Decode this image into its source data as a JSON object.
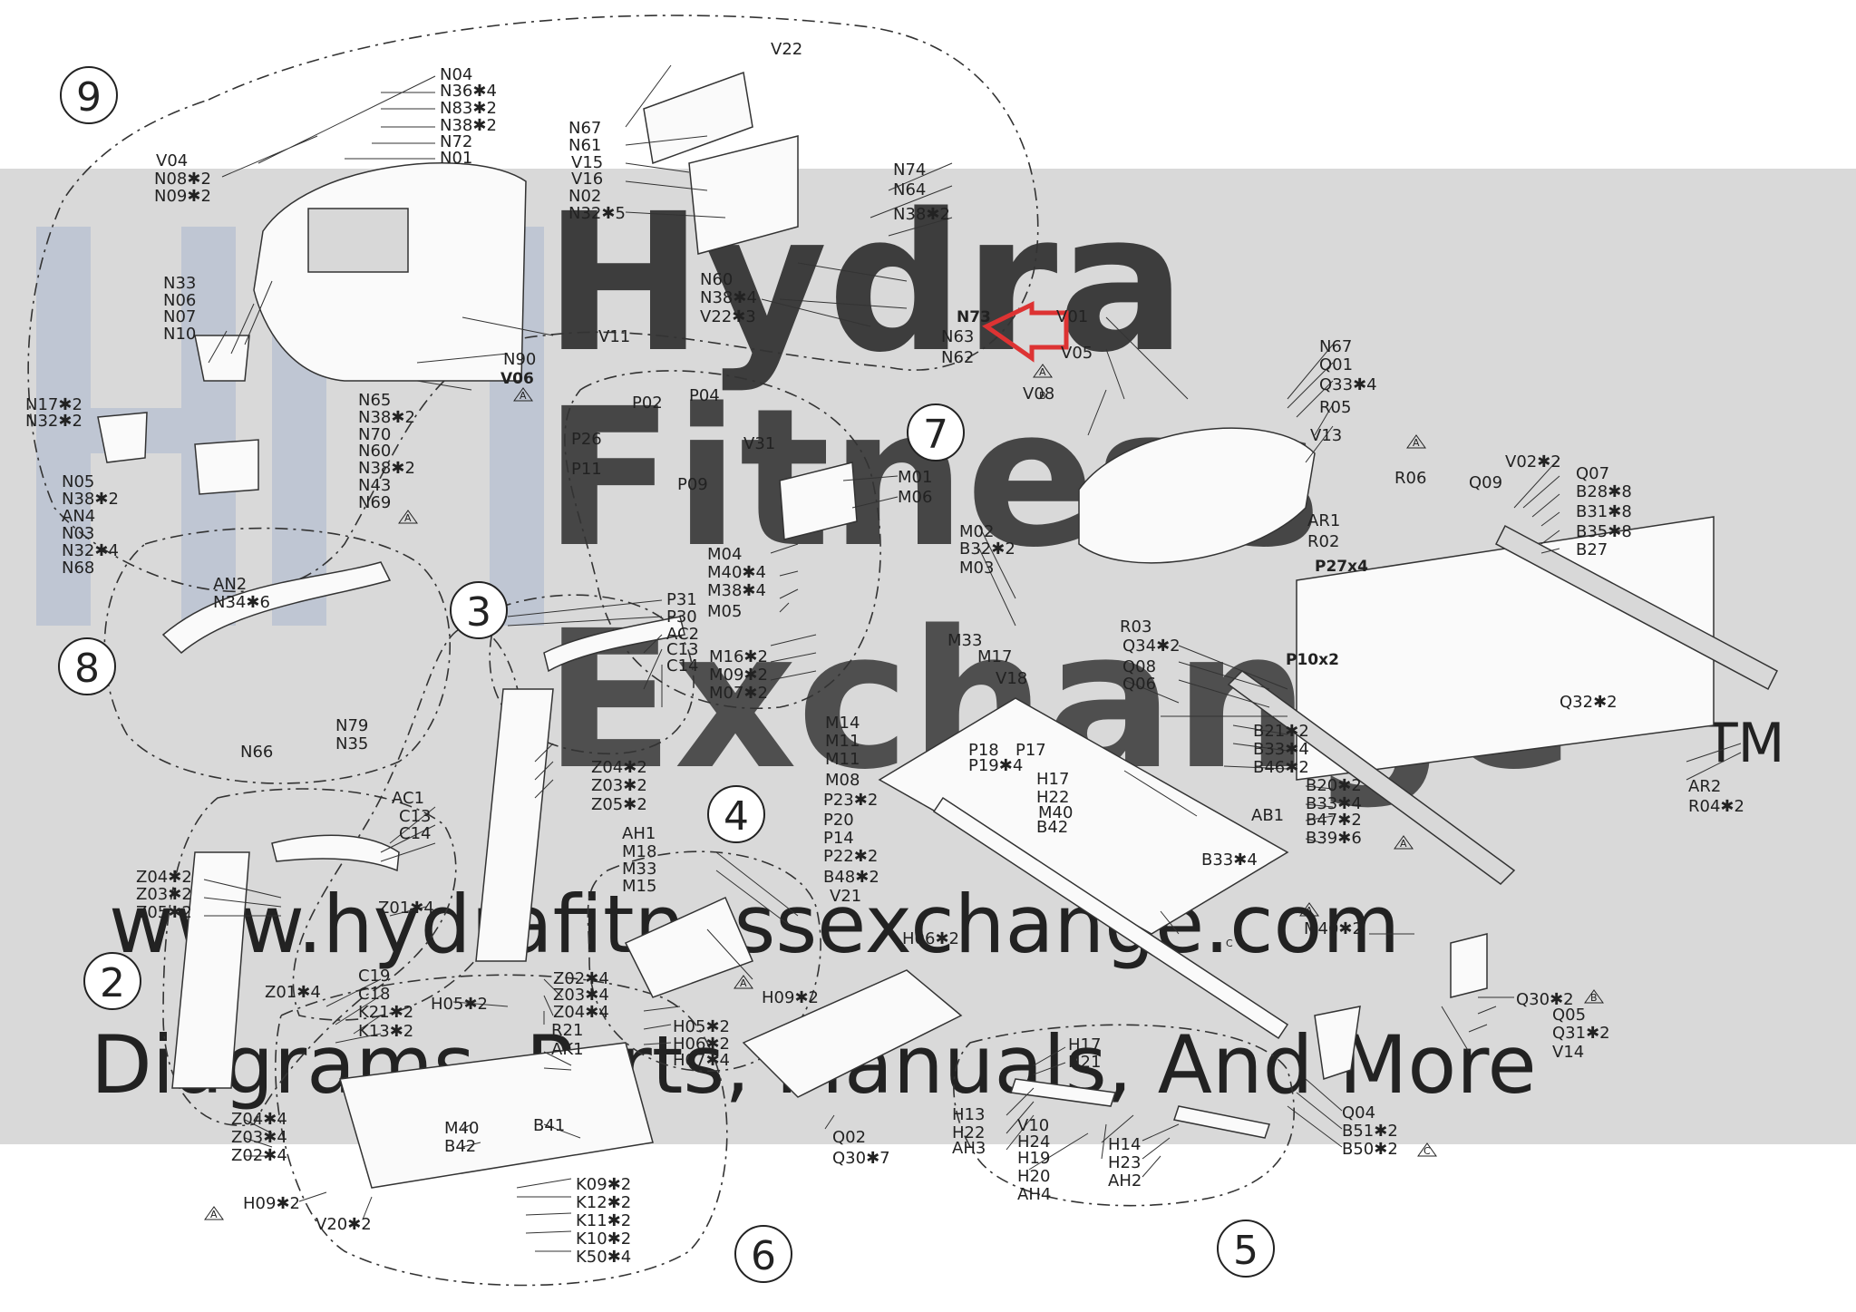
{
  "watermark": {
    "line1": "Hydra",
    "line2": "Fitness",
    "line3": "Exchange",
    "tm": "TM",
    "url": "www.hydrafitnessexchange.com",
    "slogan": "Diagrams, Parts, Manuals, And More"
  },
  "group_numbers": [
    "9",
    "8",
    "7",
    "3",
    "4",
    "2",
    "6",
    "5"
  ],
  "part_labels": [
    "V22",
    "N04",
    "N36✱4",
    "N83✱2",
    "N38✱2",
    "N72",
    "N01",
    "V04",
    "N08✱2",
    "N09✱2",
    "N67",
    "N61",
    "V15",
    "V16",
    "N02",
    "N32✱5",
    "N74",
    "N64",
    "N38✱2",
    "N60",
    "N38✱4",
    "V22✱3",
    "N73",
    "N63",
    "N62",
    "V01",
    "V05",
    "V08",
    "N33",
    "N06",
    "N07",
    "N10",
    "N17✱2",
    "N32✱2",
    "V11",
    "N90",
    "V06",
    "N65",
    "N38✱2",
    "N70",
    "N60",
    "N38✱2",
    "N43",
    "N69",
    "N05",
    "N38✱2",
    "AN4",
    "N03",
    "N32✱4",
    "N68",
    "P02",
    "P04",
    "P26",
    "P11",
    "P09",
    "V31",
    "M01",
    "M06",
    "M04",
    "M40✱4",
    "M38✱4",
    "M05",
    "M16✱2",
    "M09✱2",
    "M07✱2",
    "M02",
    "B32✱2",
    "M03",
    "N67",
    "Q01",
    "Q33✱4",
    "R05",
    "V13",
    "V02✱2",
    "Q07",
    "B28✱8",
    "B31✱8",
    "B35✱8",
    "B27",
    "R06",
    "Q09",
    "AR1",
    "R02",
    "P27x4",
    "AN2",
    "N34✱6",
    "N79",
    "N35",
    "N66",
    "P31",
    "P30",
    "AC2",
    "C13",
    "C14",
    "R03",
    "Q34✱2",
    "Q08",
    "Q06",
    "P10x2",
    "Q32✱2",
    "Z04✱2",
    "Z03✱2",
    "Z05✱2",
    "M33",
    "M17",
    "V18",
    "M14",
    "M11",
    "M11",
    "M08",
    "P18",
    "P17",
    "P19✱4",
    "B21✱2",
    "B33✱4",
    "B46✱2",
    "P23✱2",
    "P20",
    "P14",
    "P22✱2",
    "B48✱2",
    "H17",
    "H22",
    "M40",
    "B42",
    "AB1",
    "B20✱2",
    "B33✱4",
    "B47✱2",
    "B39✱6",
    "AR2",
    "R04✱2",
    "AC1",
    "C13",
    "C14",
    "Z04✱2",
    "Z03✱2",
    "Z05✱2",
    "AH1",
    "M18",
    "M33",
    "M15",
    "Z01✱4",
    "V21",
    "B33✱4",
    "M40✱2",
    "H06✱2",
    "H09✱2",
    "Q30✱2",
    "Q05",
    "Q31✱2",
    "V14",
    "C19",
    "C18",
    "Z01✱4",
    "K21✱2",
    "K13✱2",
    "H05✱2",
    "Z02✱4",
    "Z03✱4",
    "Z04✱4",
    "R21",
    "AK1",
    "H05✱2",
    "H06✱2",
    "H07✱4",
    "Z04✱4",
    "Z03✱4",
    "Z02✱4",
    "M40",
    "B42",
    "B41",
    "Q02",
    "Q30✱7",
    "H17",
    "H21",
    "H13",
    "H22",
    "AH3",
    "V10",
    "H24",
    "H19",
    "H20",
    "AH4",
    "H14",
    "H23",
    "AH2",
    "Q04",
    "B51✱2",
    "B50✱2",
    "K09✱2",
    "K12✱2",
    "K11✱2",
    "K10✱2",
    "K50✱4",
    "H09✱2",
    "V20✱2"
  ],
  "warning_symbols": [
    "A",
    "A",
    "A",
    "A",
    "A",
    "A",
    "A",
    "A",
    "C",
    "C",
    "B",
    "B"
  ]
}
